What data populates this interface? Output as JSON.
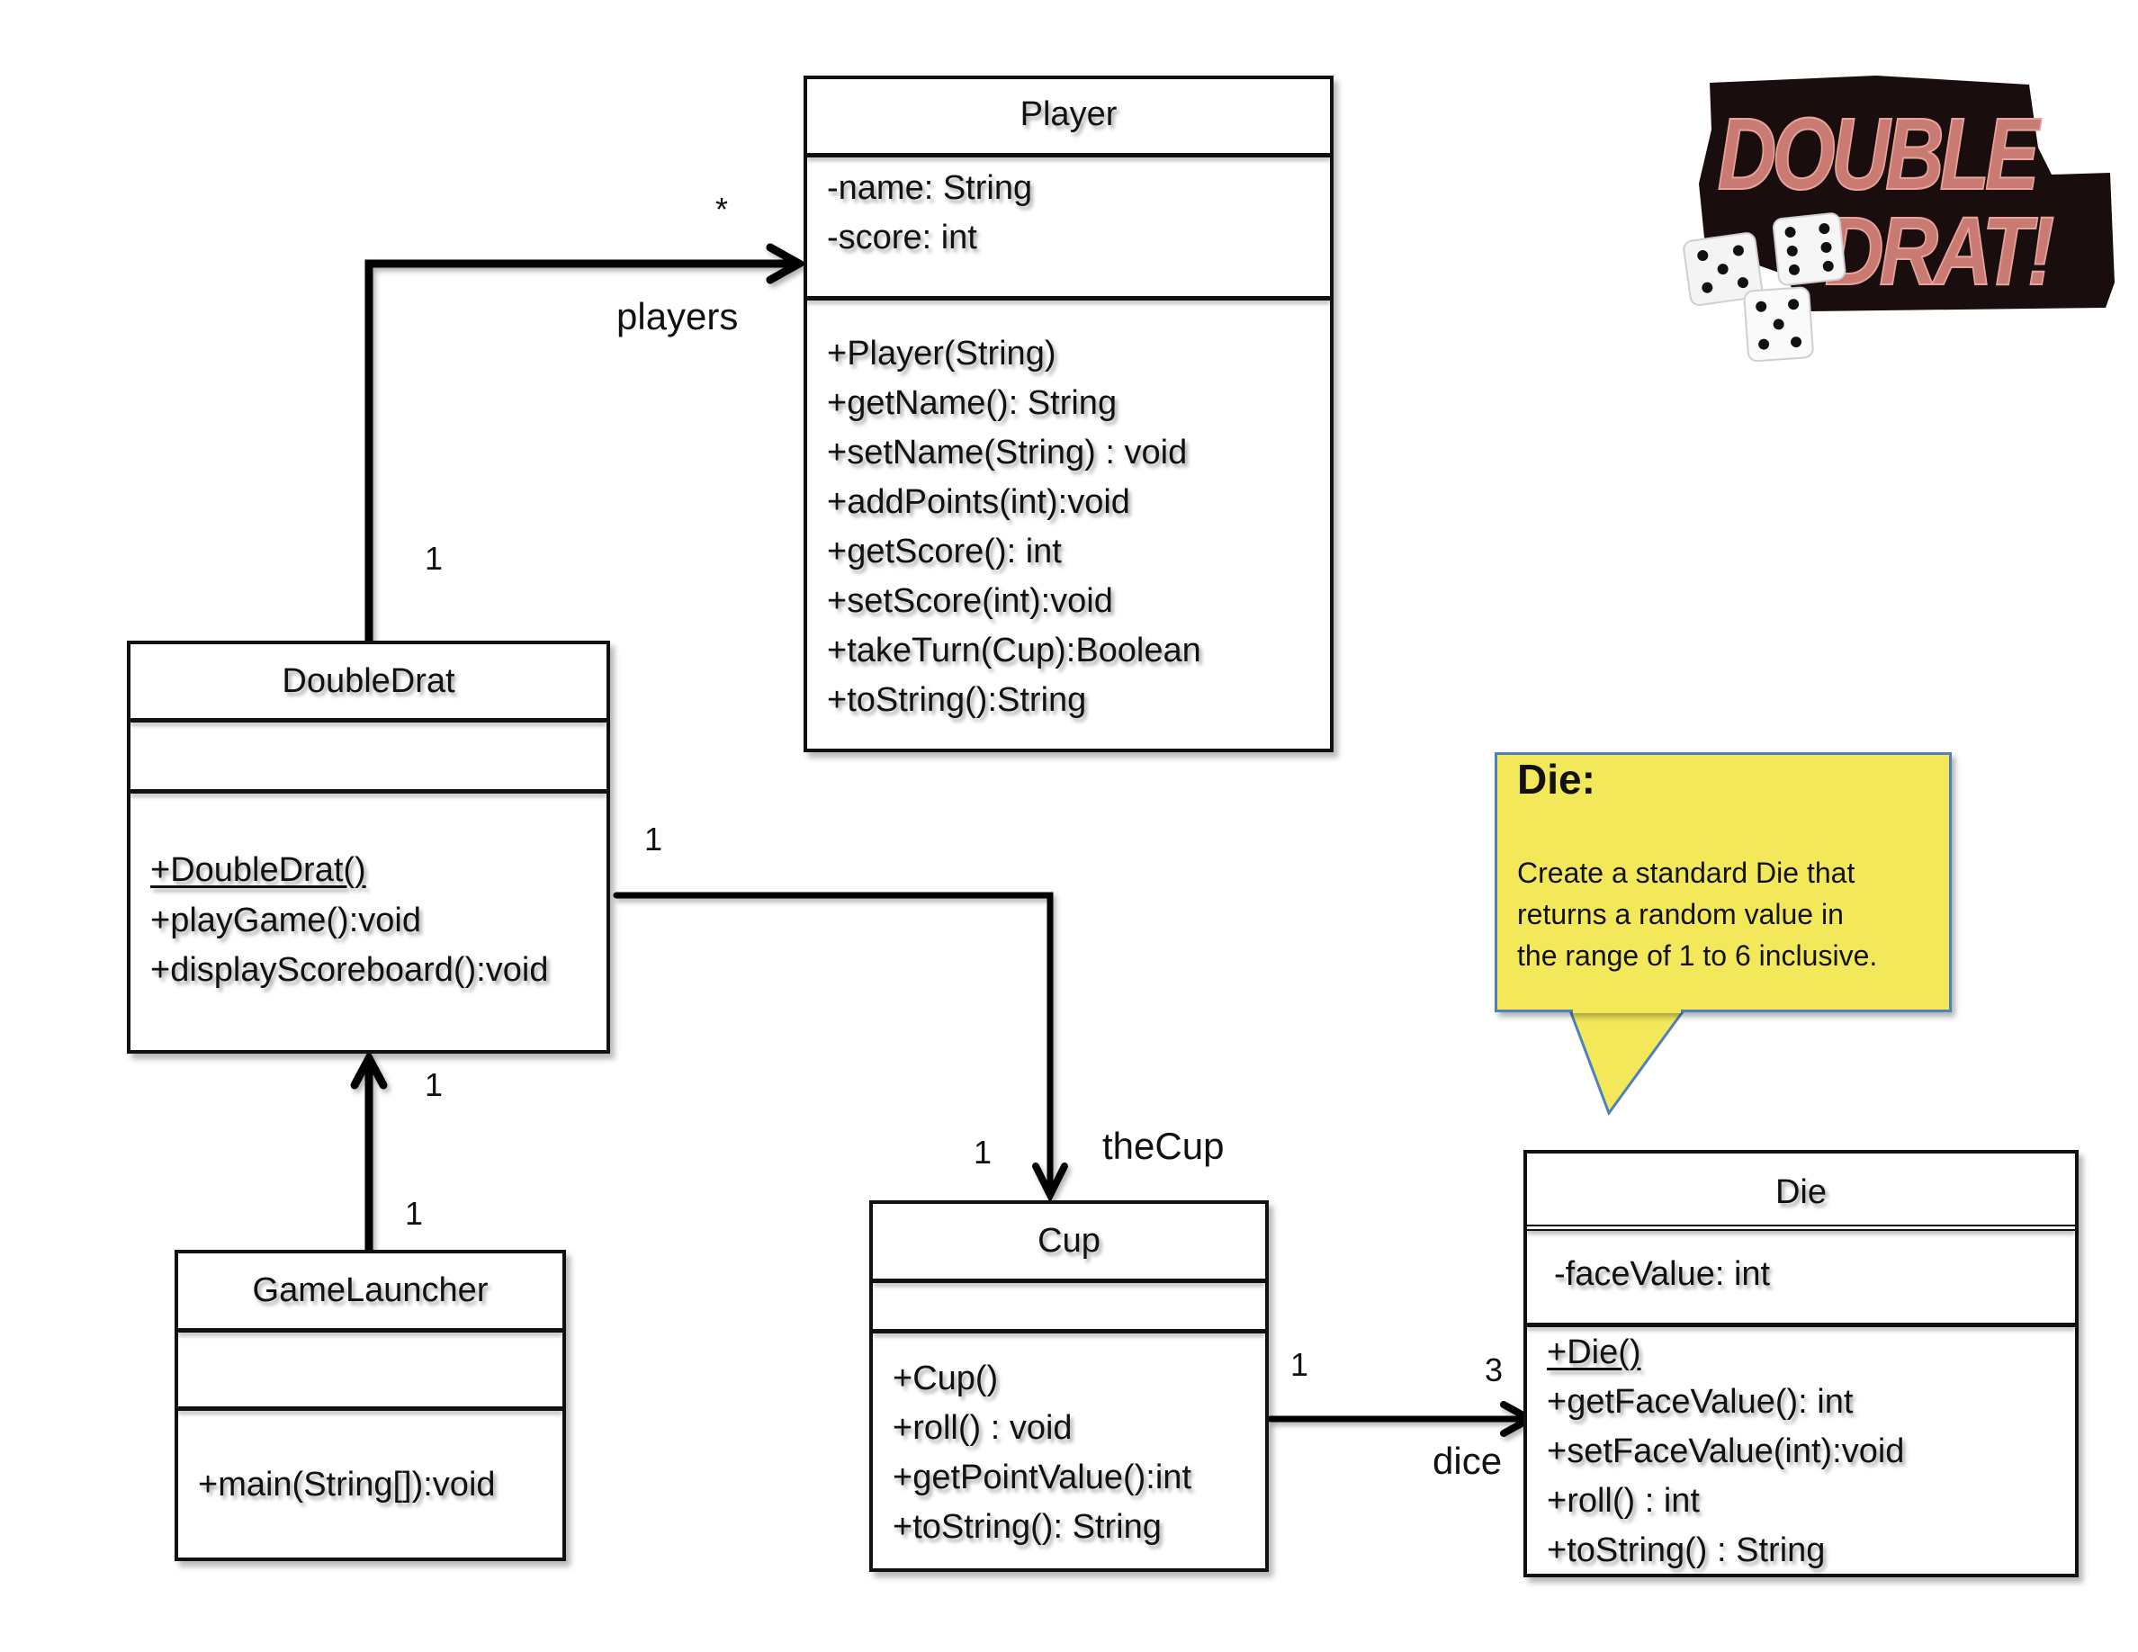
{
  "diagram": {
    "type": "UML class diagram",
    "classes": {
      "player": {
        "name": "Player",
        "attributes": [
          "-name: String",
          "-score: int"
        ],
        "methods": [
          "+Player(String)",
          "+getName(): String",
          "+setName(String) : void",
          "+addPoints(int):void",
          "+getScore(): int",
          "+setScore(int):void",
          "+takeTurn(Cup):Boolean",
          "+toString():String"
        ]
      },
      "doubledrat": {
        "name": "DoubleDrat",
        "attributes": [],
        "methods": [
          "+DoubleDrat()",
          "+playGame():void",
          "+displayScoreboard():void"
        ],
        "underlined_methods": [
          "+DoubleDrat()"
        ]
      },
      "gamelauncher": {
        "name": "GameLauncher",
        "attributes": [],
        "methods": [
          "+main(String[]):void"
        ]
      },
      "cup": {
        "name": "Cup",
        "attributes": [],
        "methods": [
          "+Cup()",
          "+roll() : void",
          "+getPointValue():int",
          "+toString(): String"
        ]
      },
      "die": {
        "name": "Die",
        "attributes": [
          "-faceValue: int"
        ],
        "methods": [
          "+Die()",
          "+getFaceValue(): int",
          "+setFaceValue(int):void",
          "+roll() : int",
          "+toString() : String"
        ],
        "underlined_methods": [
          "+Die()"
        ]
      }
    },
    "associations": {
      "players": {
        "from": "DoubleDrat",
        "to": "Player",
        "role": "players",
        "source_multiplicity": "1",
        "target_multiplicity": "*"
      },
      "thecup": {
        "from": "DoubleDrat",
        "to": "Cup",
        "role": "theCup",
        "source_multiplicity": "1",
        "target_multiplicity": "1"
      },
      "launcher": {
        "from": "GameLauncher",
        "to": "DoubleDrat",
        "role": "",
        "source_multiplicity": "1",
        "target_multiplicity": "1"
      },
      "dice": {
        "from": "Cup",
        "to": "Die",
        "role": "dice",
        "source_multiplicity": "1",
        "target_multiplicity": "3"
      }
    },
    "note": {
      "title": "Die:",
      "body_lines": [
        "Create a standard Die that",
        "returns a random value in",
        "the range of 1 to 6 inclusive."
      ],
      "fill_color": "#f2e85a",
      "border_color": "#4f81bd"
    },
    "logo": {
      "line1": "DOUBLE",
      "line2": "DRAT!",
      "text_color": "#c97a72",
      "outline_color": "#1a0d0d"
    }
  }
}
